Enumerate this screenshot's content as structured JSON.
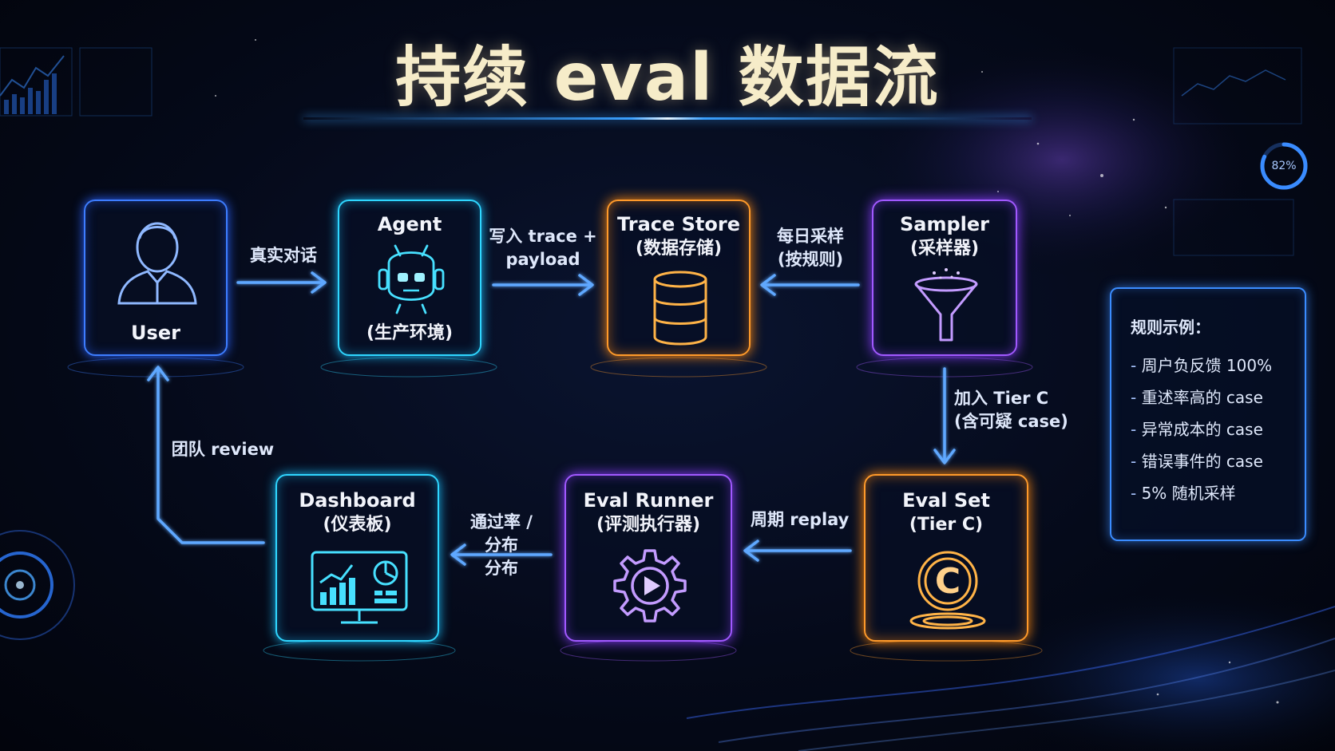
{
  "title": "持续 eval 数据流",
  "nodes": {
    "user": {
      "label": "User"
    },
    "agent": {
      "label": "Agent",
      "sublabel": "(生产环境)"
    },
    "trace_store": {
      "label": "Trace Store",
      "sublabel": "(数据存储)"
    },
    "sampler": {
      "label": "Sampler",
      "sublabel": "(采样器)"
    },
    "eval_set": {
      "label": "Eval Set",
      "sublabel": "(Tier C)",
      "badge": "C"
    },
    "eval_runner": {
      "label": "Eval Runner",
      "sublabel": "(评测执行器)"
    },
    "dashboard": {
      "label": "Dashboard",
      "sublabel": "(仪表板)"
    }
  },
  "edges": {
    "user_agent": {
      "label": "真实对话"
    },
    "agent_trace": {
      "line1": "写入 trace +",
      "line2": "payload"
    },
    "sampler_trace": {
      "line1": "每日采样",
      "line2": "(按规则)"
    },
    "sampler_evalset": {
      "line1": "加入 Tier C",
      "line2": "(含可疑 case)"
    },
    "evalset_runner": {
      "label": "周期 replay"
    },
    "runner_dashboard": {
      "line1": "通过率 /",
      "line2": "分布",
      "line3": "分布"
    },
    "dashboard_user": {
      "label": "团队 review"
    }
  },
  "rules": {
    "title": "规则示例：",
    "items": [
      "周户负反馈 100%",
      "重述率高的 case",
      "异常成本的 case",
      "错误事件的 case",
      "5% 随机采样"
    ]
  },
  "gauge": {
    "value": "82%"
  },
  "colors": {
    "blue": "#3d7dff",
    "cyan": "#2fd6ff",
    "orange": "#ff9a2a",
    "purple": "#a159ff",
    "title": "#f6ecc9"
  }
}
